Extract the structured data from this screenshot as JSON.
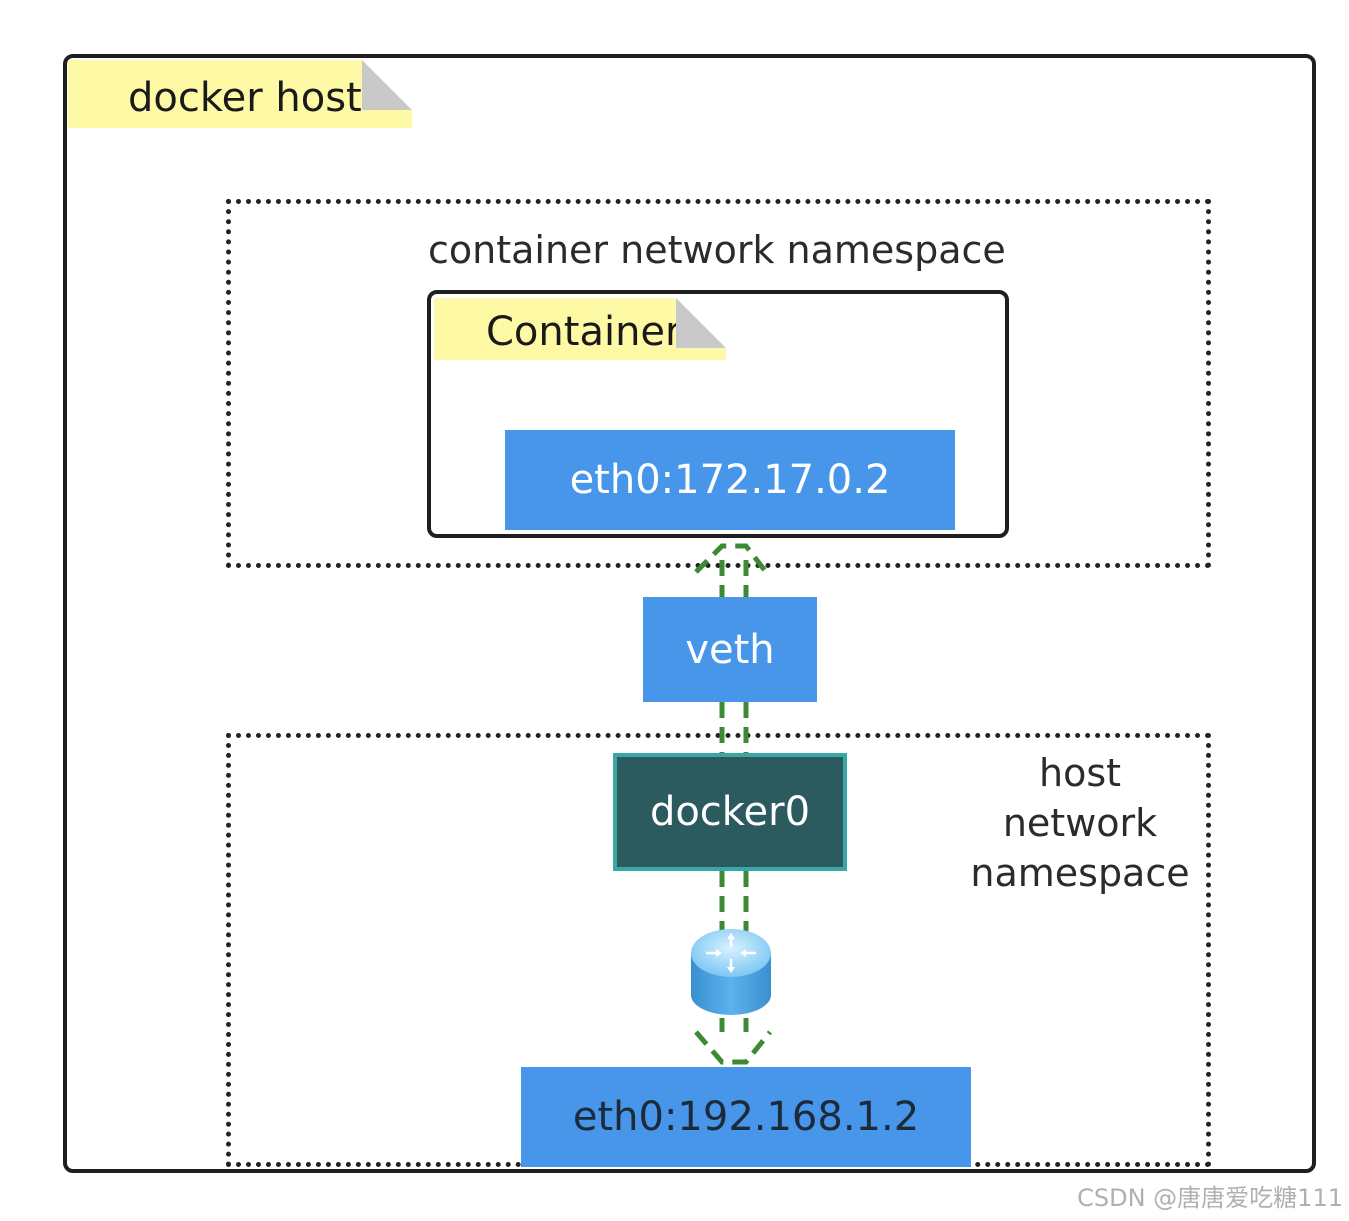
{
  "docker_host": {
    "label": "docker host"
  },
  "container_namespace": {
    "label": "container network namespace"
  },
  "container": {
    "label": "Container",
    "interface": "eth0:172.17.0.2"
  },
  "veth": {
    "label": "veth"
  },
  "host_namespace": {
    "label": "host network namespace",
    "bridge": "docker0",
    "router_icon": "router-icon",
    "interface": "eth0:192.168.1.2"
  },
  "colors": {
    "interface_blue": "#4796ea",
    "bridge_teal": "#2b5b5f",
    "bridge_border": "#3aa6a6",
    "note_yellow": "#fdf9a5",
    "link_green": "#3c8a33"
  },
  "watermark": "CSDN @唐唐爱吃糖111"
}
